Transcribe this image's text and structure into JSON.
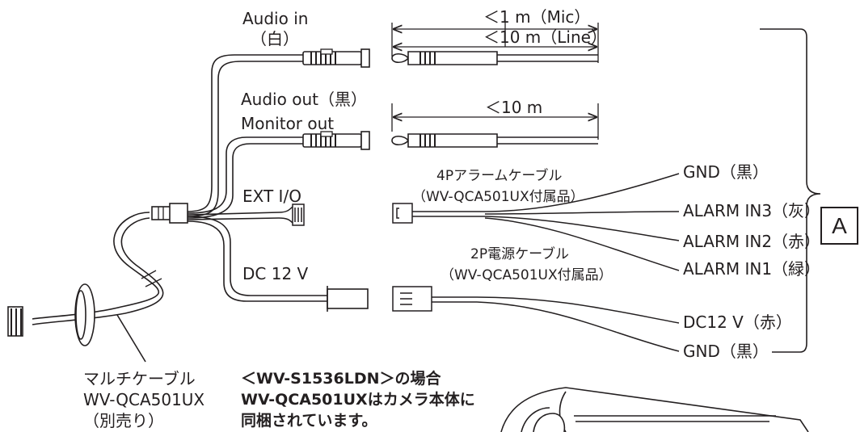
{
  "inputs": {
    "audio_in_label": "Audio in",
    "audio_in_color": "（白）",
    "audio_out_label": "Audio out（黒）",
    "monitor_out_label": "Monitor out",
    "ext_io_label": "EXT I/O",
    "dc_label": "DC 12 V"
  },
  "dimensions": {
    "mic_length": "＜1 m（Mic）",
    "line_length": "＜10 m（Line）",
    "out_length": "＜10 m"
  },
  "alarm_cable": {
    "name": "4Pアラームケーブル",
    "model": "（WV-QCA501UX付属品）",
    "wires": [
      "GND（黒）",
      "ALARM IN3（灰）",
      "ALARM IN2（赤）",
      "ALARM IN1（緑）"
    ]
  },
  "power_cable": {
    "name": "2P電源ケーブル",
    "model": "（WV-QCA501UX付属品）",
    "wires": [
      "DC12 V（赤）",
      "GND（黒）"
    ]
  },
  "multi_cable": {
    "name": "マルチケーブル",
    "model": "WV-QCA501UX",
    "note": "（別売り）"
  },
  "bundle_note": {
    "line1": "＜WV-S1536LDN＞の場合",
    "line2": "WV-QCA501UXはカメラ本体に",
    "line3": "同梱されています。"
  },
  "section_badge": "A",
  "colors": {
    "line": "#231f20",
    "background": "#ffffff"
  }
}
